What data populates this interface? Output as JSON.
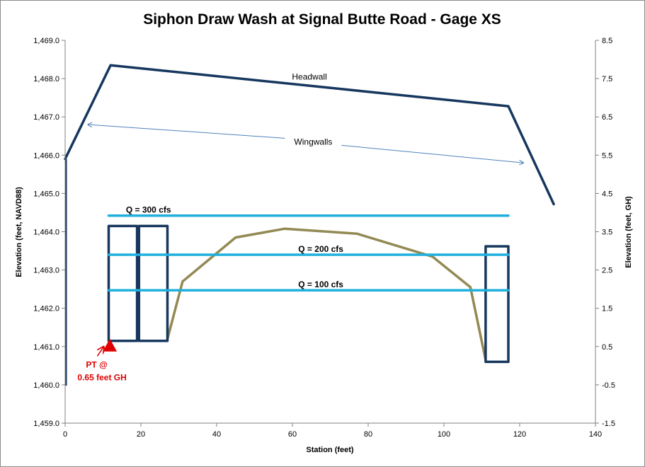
{
  "chart_data": {
    "type": "line",
    "title": "Siphon Draw Wash at Signal Butte Road - Gage XS",
    "xlabel": "Station (feet)",
    "ylabel": "Elevation  (feet, NAVD88)",
    "ylabel_right": "Elevation  (feet, GH)",
    "xlim": [
      0,
      140
    ],
    "ylim": [
      1459.0,
      1469.0
    ],
    "ylim_right": [
      -1.5,
      8.5
    ],
    "x_ticks": [
      "0",
      "20",
      "40",
      "60",
      "80",
      "100",
      "120",
      "140"
    ],
    "y_ticks": [
      "1,459.0",
      "1,460.0",
      "1,461.0",
      "1,462.0",
      "1,463.0",
      "1,464.0",
      "1,465.0",
      "1,466.0",
      "1,467.0",
      "1,468.0",
      "1,469.0"
    ],
    "y_ticks_right": [
      "-1.5",
      "-0.5",
      "0.5",
      "1.5",
      "2.5",
      "3.5",
      "4.5",
      "5.5",
      "6.5",
      "7.5",
      "8.5"
    ],
    "grid": false,
    "series": [
      {
        "role": "headwall",
        "color": "#17375e",
        "x": [
          0,
          12,
          117,
          129
        ],
        "y": [
          1465.9,
          1468.35,
          1467.28,
          1464.72
        ]
      },
      {
        "role": "ground",
        "color": "#938953",
        "x": [
          27,
          31,
          45,
          58,
          77,
          97,
          107,
          111
        ],
        "y": [
          1461.2,
          1462.7,
          1463.85,
          1464.08,
          1463.95,
          1463.35,
          1462.55,
          1460.65
        ]
      },
      {
        "role": "culvert",
        "color": "#17375e",
        "x": [
          11.5,
          11.5,
          19,
          19,
          11.5
        ],
        "y": [
          1461.15,
          1464.15,
          1464.15,
          1461.15,
          1461.15
        ]
      },
      {
        "role": "culvert",
        "color": "#17375e",
        "x": [
          19.5,
          19.5,
          27,
          27,
          19.5
        ],
        "y": [
          1461.15,
          1464.15,
          1464.15,
          1461.15,
          1461.15
        ]
      },
      {
        "role": "culvert",
        "color": "#17375e",
        "x": [
          111,
          111,
          117,
          117,
          111
        ],
        "y": [
          1460.6,
          1463.62,
          1463.62,
          1460.6,
          1460.6
        ]
      },
      {
        "name": "Q = 300 cfs",
        "color": "#1fb0dd",
        "x": [
          11.5,
          117
        ],
        "y": [
          1464.42,
          1464.42
        ]
      },
      {
        "name": "Q = 200 cfs",
        "color": "#1fb0dd",
        "x": [
          11.5,
          117
        ],
        "y": [
          1463.4,
          1463.4
        ]
      },
      {
        "name": "Q = 100 cfs",
        "color": "#1fb0dd",
        "x": [
          11.5,
          117
        ],
        "y": [
          1462.47,
          1462.47
        ]
      }
    ],
    "vertical_marker": {
      "x": 0,
      "y": [
        1459.98,
        1465.9
      ],
      "color": "#17375e"
    },
    "annotations": {
      "headwall": {
        "text": "Headwall",
        "x": 64.5,
        "y": 1468.05
      },
      "wingwalls": {
        "text": "Wingwalls",
        "x": 65.5,
        "y": 1466.35,
        "arrow_to_left": [
          6,
          1466.8
        ],
        "arrow_to_right": [
          121,
          1465.8
        ],
        "color": "#4f81bd"
      },
      "q300": {
        "text": "Q = 300 cfs",
        "x": 22,
        "y": 1464.57
      },
      "q200": {
        "text": "Q = 200 cfs",
        "x": 67.5,
        "y": 1463.55
      },
      "q100": {
        "text": "Q = 100 cfs",
        "x": 67.5,
        "y": 1462.62
      },
      "pt": {
        "lines": [
          "PT @",
          "0.65  feet GH"
        ],
        "marker": [
          11.8,
          1461.0
        ],
        "text_x": 5.5,
        "text_y": 1460.45,
        "arrow_from": [
          8.5,
          1460.75
        ],
        "arrow_to": [
          10.2,
          1461.0
        ],
        "color": "#e00000"
      }
    }
  }
}
